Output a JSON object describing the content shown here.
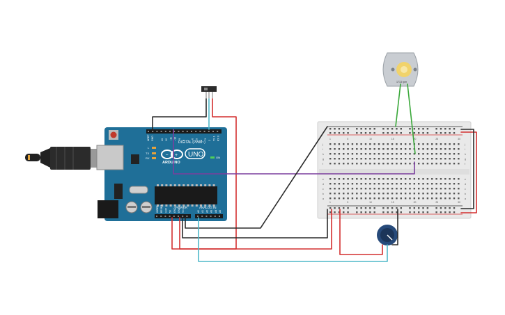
{
  "board": {
    "brand": "ARDUINO",
    "model": "UNO",
    "digital_header": "DIGITAL (PWM~)",
    "power_header": "POWER",
    "analog_header": "ANALOG IN",
    "on_label": "ON",
    "tx_label": "TX",
    "rx_label": "RX",
    "l_label": "L",
    "aref": "AREF",
    "gnd": "GND",
    "digital_pins": [
      "13",
      "12",
      "~11",
      "~10",
      "~9",
      "8",
      "7",
      "~6",
      "~5",
      "4",
      "~3",
      "2",
      "TX 1",
      "RX 0"
    ],
    "power_pins": [
      "IOREF",
      "RESET",
      "3.3V",
      "5V",
      "GND",
      "GND",
      "Vin"
    ],
    "analog_pins": [
      "A0",
      "A1",
      "A2",
      "A3",
      "A4",
      "A5"
    ]
  },
  "motor": {
    "label": "1713 rpm"
  },
  "breadboard": {
    "columns": [
      "1",
      "5",
      "10",
      "15",
      "20",
      "25",
      "30"
    ],
    "rows_top": [
      "j",
      "i",
      "h",
      "g",
      "f"
    ],
    "rows_bottom": [
      "e",
      "d",
      "c",
      "b",
      "a"
    ]
  },
  "colors": {
    "board": "#1f6f98",
    "wire_red": "#d32f2f",
    "wire_black": "#2b2b2b",
    "wire_green": "#3aa83a",
    "wire_purple": "#7b3f9e",
    "wire_cyan": "#4fb8c9"
  }
}
